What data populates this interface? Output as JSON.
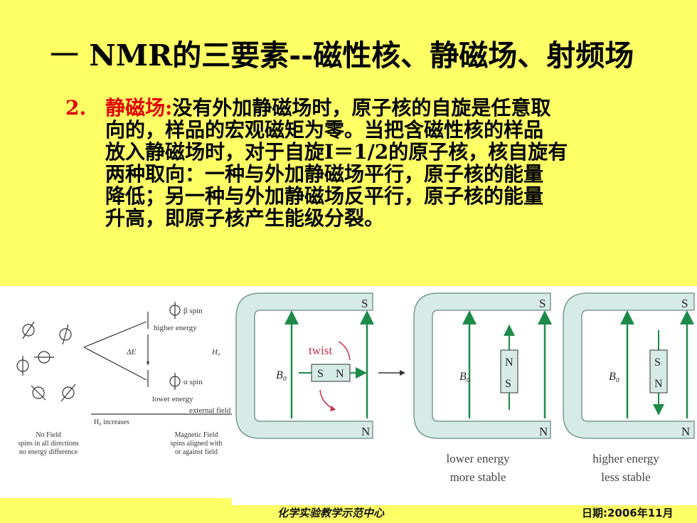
{
  "slide": {
    "title_prefix": "一",
    "title_main": "NMR的三要素--磁性核、静磁场、射频场",
    "item_number": "2.",
    "item_keyword": "静磁场:",
    "item_lines": [
      "没有外加静磁场时，原子核的自旋是任意取",
      "向的，样品的宏观磁矩为零。当把含磁性核的样品",
      "放入静磁场时，对于自旋I＝1/2的原子核，核自旋有",
      "两种取向：一种与外加静磁场平行，原子核的能量",
      "降低；另一种与外加静磁场反平行，原子核的能量",
      "升高，即原子核产生能级分裂。"
    ]
  },
  "left_figure": {
    "beta_label": "β spin",
    "higher_energy": "higher energy",
    "delta_e": "ΔE",
    "h0": "H₀",
    "alpha_label": "α spin",
    "lower_energy": "lower energy",
    "external_field": "external field",
    "h0_increases": "H₀ increases",
    "no_field_1": "No Field",
    "no_field_2": "spins in all directions",
    "no_field_3": "no energy difference",
    "mag_field_1": "Magnetic Field",
    "mag_field_2": "spins aligned with",
    "mag_field_3": "or against field"
  },
  "right_figure": {
    "pole_s": "S",
    "pole_n": "N",
    "b0": "B₀",
    "twist": "twist",
    "magnet_s": "S",
    "magnet_n": "N",
    "lower_energy": "lower energy",
    "more_stable": "more stable",
    "higher_energy": "higher energy",
    "less_stable": "less stable"
  },
  "footer": {
    "center": "化学实验教学示范中心",
    "date": "日期:2006年11月"
  },
  "colors": {
    "background": "#FFFF66",
    "accent_red": "#E00000",
    "magnet_fill": "#D6EBE6",
    "field_green": "#1E8A4A"
  }
}
